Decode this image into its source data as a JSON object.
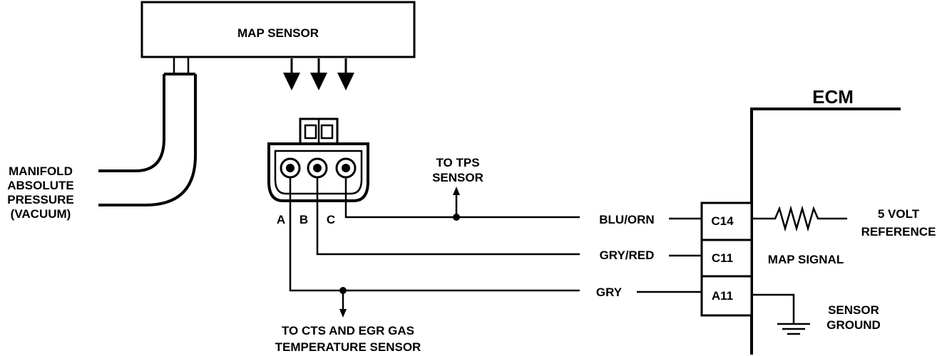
{
  "map_sensor_label": "MAP SENSOR",
  "vacuum_label": [
    "MANIFOLD",
    "ABSOLUTE",
    "PRESSURE",
    "(VACUUM)"
  ],
  "pins": [
    "A",
    "B",
    "C"
  ],
  "tps_label": [
    "TO TPS",
    "SENSOR"
  ],
  "cts_label": [
    "TO CTS AND EGR GAS",
    "TEMPERATURE SENSOR"
  ],
  "wires": {
    "blu_orn": "BLU/ORN",
    "gry_red": "GRY/RED",
    "gry": "GRY"
  },
  "ecm": {
    "title": "ECM",
    "terminals": [
      "C14",
      "C11",
      "A11"
    ]
  },
  "five_volt_label": [
    "5 VOLT",
    "REFERENCE"
  ],
  "map_signal_label": "MAP SIGNAL",
  "ground_label": [
    "SENSOR",
    "GROUND"
  ]
}
